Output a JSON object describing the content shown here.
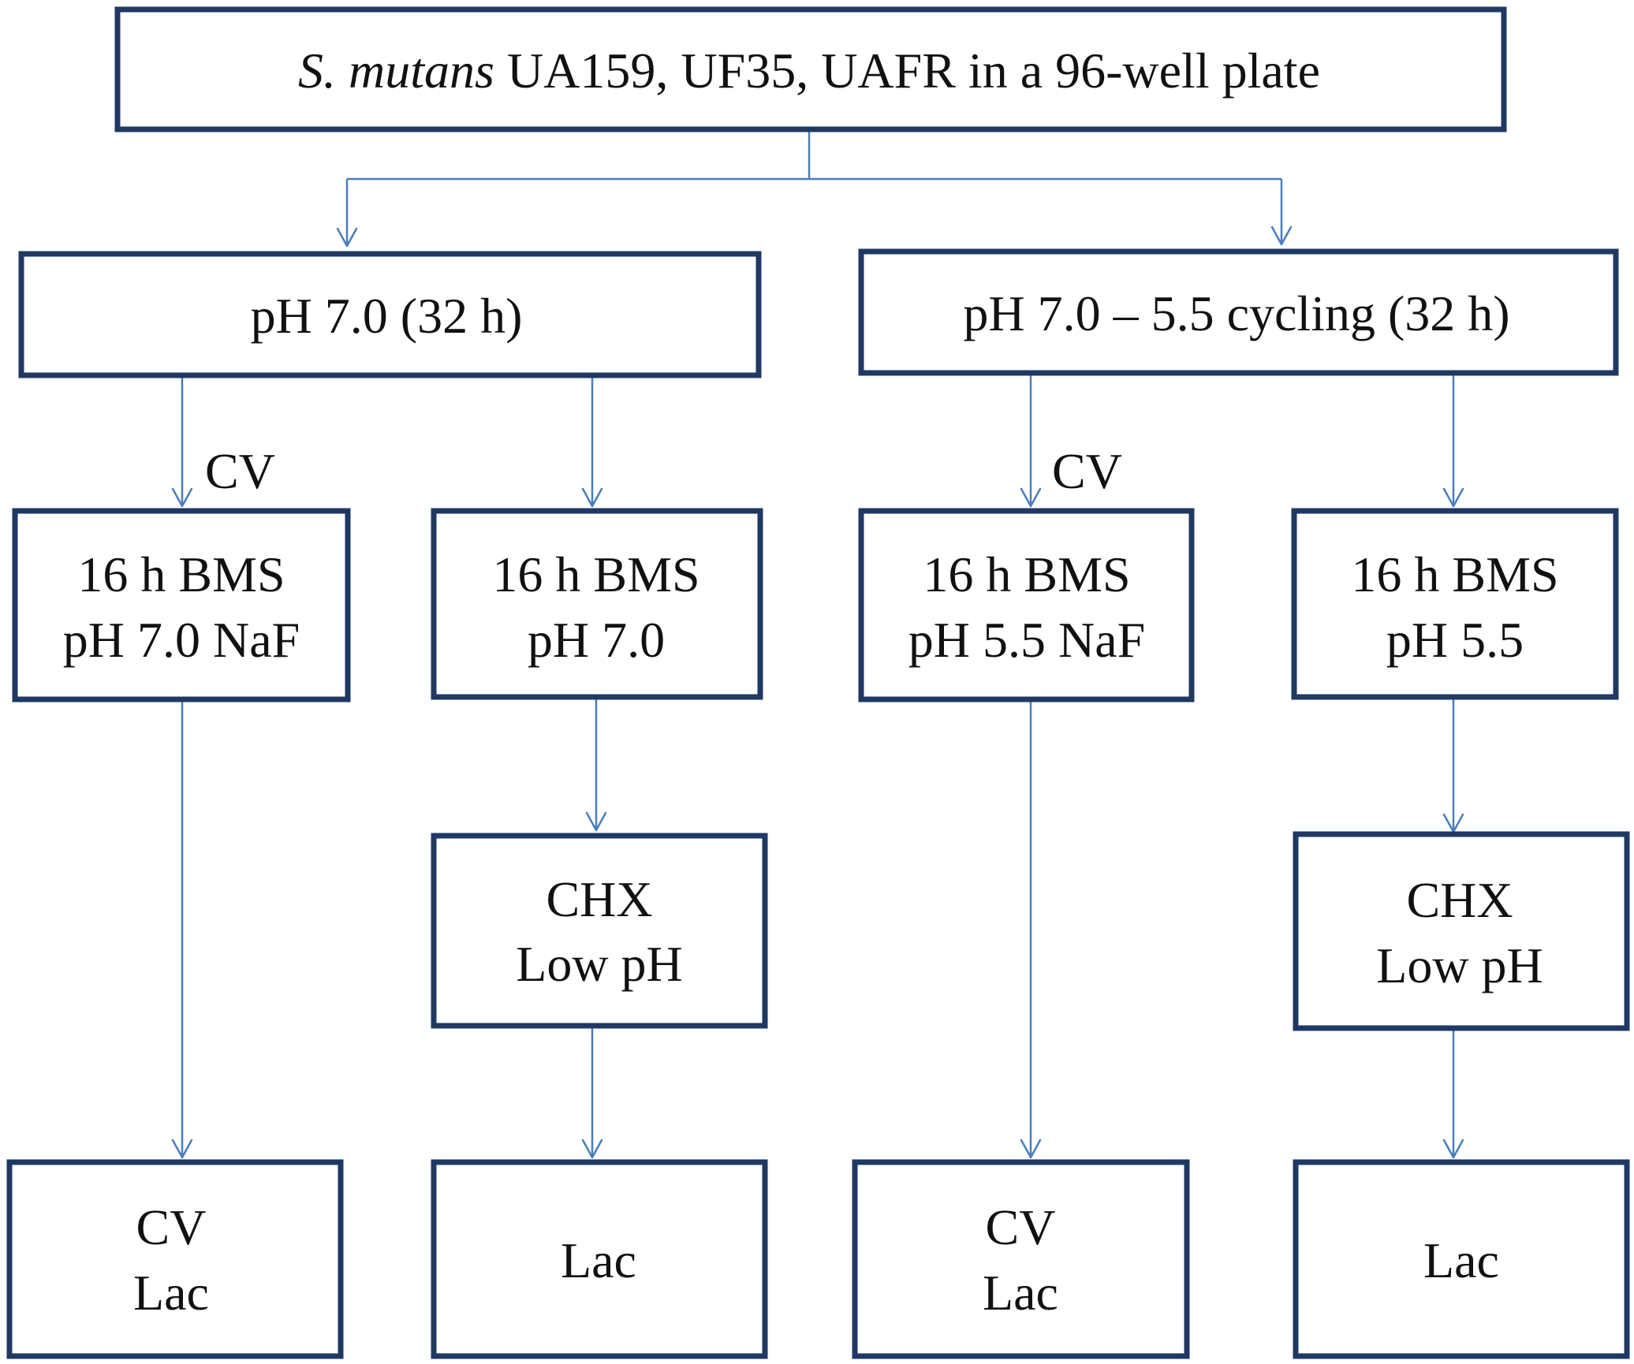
{
  "diagram": {
    "title_box": {
      "italic": "S. mutans",
      "rest": " UA159, UF35, UAFR in a 96-well plate"
    },
    "conditions": {
      "left": "pH 7.0 (32 h)",
      "right": "pH 7.0 – 5.5 cycling (32 h)"
    },
    "edge_labels": {
      "left_cv": "CV",
      "right_cv": "CV"
    },
    "treatments": [
      {
        "line1": "16 h BMS",
        "line2": "pH 7.0 NaF"
      },
      {
        "line1": "16 h BMS",
        "line2": "pH 7.0"
      },
      {
        "line1": "16 h BMS",
        "line2": "pH 5.5 NaF"
      },
      {
        "line1": "16 h BMS",
        "line2": "pH 5.5"
      }
    ],
    "challenges": [
      {
        "line1": "CHX",
        "line2": "Low pH"
      },
      {
        "line1": "CHX",
        "line2": "Low pH"
      }
    ],
    "outcomes": [
      {
        "line1": "CV",
        "line2": "Lac"
      },
      {
        "line1": "Lac"
      },
      {
        "line1": "CV",
        "line2": "Lac"
      },
      {
        "line1": "Lac"
      }
    ]
  }
}
